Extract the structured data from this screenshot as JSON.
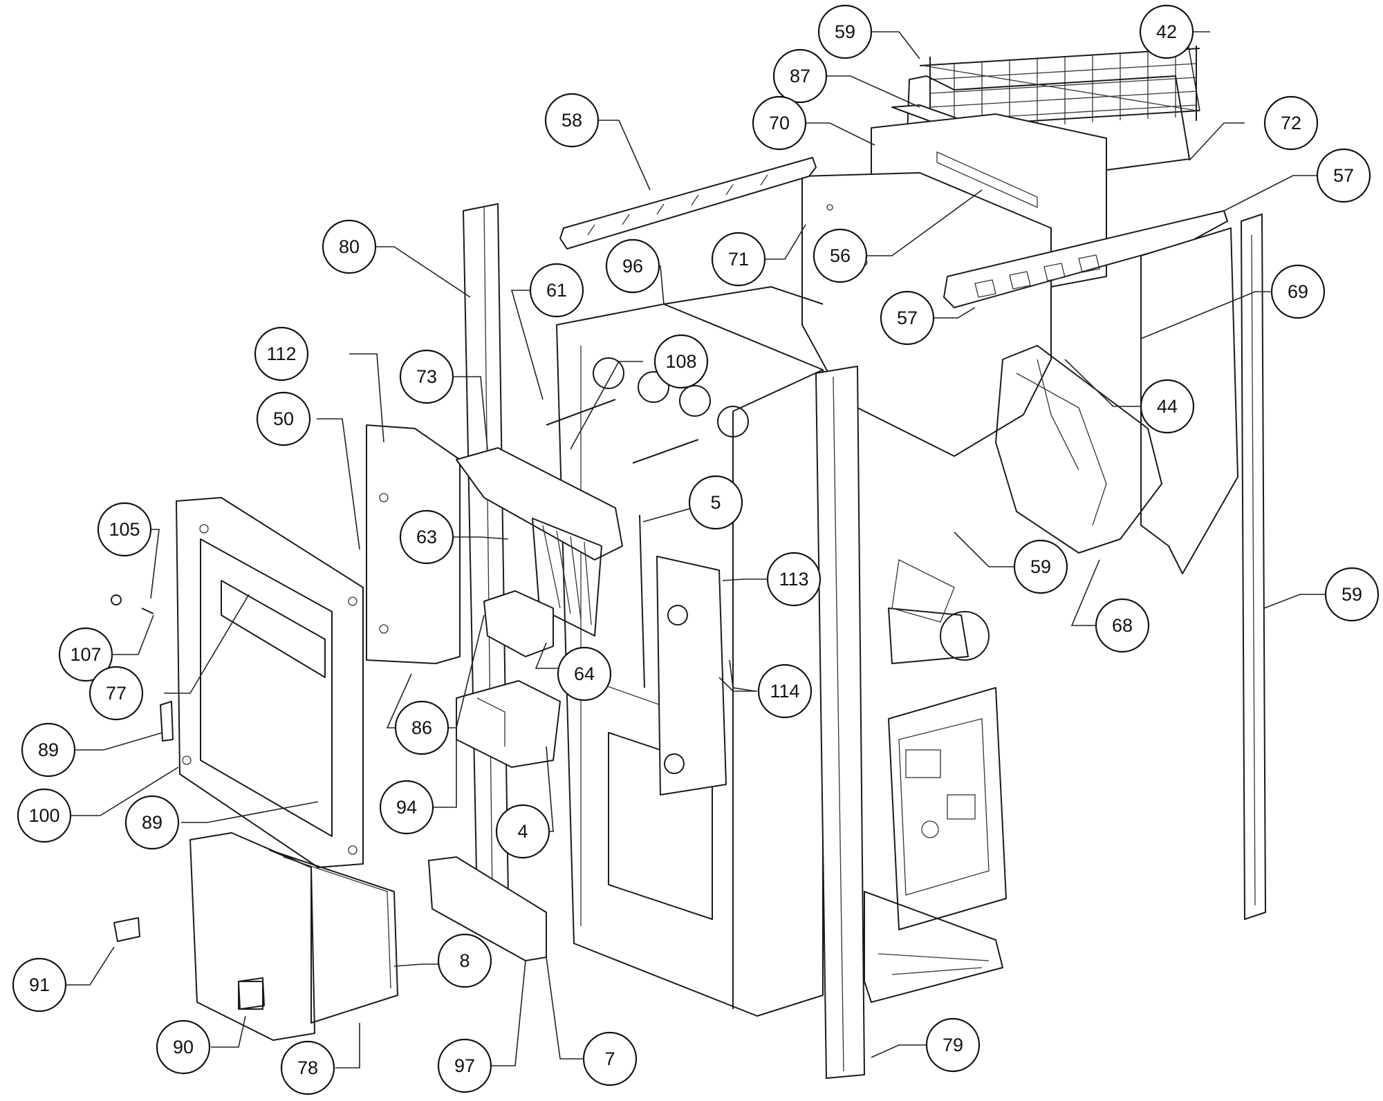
{
  "diagram": {
    "colors": {
      "line": "#1a1a1a",
      "background": "#ffffff"
    },
    "callouts": [
      {
        "id": "c59a",
        "label": "59"
      },
      {
        "id": "c42",
        "label": "42"
      },
      {
        "id": "c87",
        "label": "87"
      },
      {
        "id": "c58",
        "label": "58"
      },
      {
        "id": "c70",
        "label": "70"
      },
      {
        "id": "c72",
        "label": "72"
      },
      {
        "id": "c57a",
        "label": "57"
      },
      {
        "id": "c80",
        "label": "80"
      },
      {
        "id": "c71",
        "label": "71"
      },
      {
        "id": "c56",
        "label": "56"
      },
      {
        "id": "c96",
        "label": "96"
      },
      {
        "id": "c61",
        "label": "61"
      },
      {
        "id": "c69",
        "label": "69"
      },
      {
        "id": "c57b",
        "label": "57"
      },
      {
        "id": "c112",
        "label": "112"
      },
      {
        "id": "c108",
        "label": "108"
      },
      {
        "id": "c73",
        "label": "73"
      },
      {
        "id": "c44",
        "label": "44"
      },
      {
        "id": "c50",
        "label": "50"
      },
      {
        "id": "c5",
        "label": "5"
      },
      {
        "id": "c63",
        "label": "63"
      },
      {
        "id": "c105",
        "label": "105"
      },
      {
        "id": "c59b",
        "label": "59"
      },
      {
        "id": "c113",
        "label": "113"
      },
      {
        "id": "c59c",
        "label": "59"
      },
      {
        "id": "c68",
        "label": "68"
      },
      {
        "id": "c107",
        "label": "107"
      },
      {
        "id": "c64",
        "label": "64"
      },
      {
        "id": "c77",
        "label": "77"
      },
      {
        "id": "c114",
        "label": "114"
      },
      {
        "id": "c86",
        "label": "86"
      },
      {
        "id": "c89a",
        "label": "89"
      },
      {
        "id": "c94",
        "label": "94"
      },
      {
        "id": "c100",
        "label": "100"
      },
      {
        "id": "c89b",
        "label": "89"
      },
      {
        "id": "c4",
        "label": "4"
      },
      {
        "id": "c8",
        "label": "8"
      },
      {
        "id": "c91",
        "label": "91"
      },
      {
        "id": "c79",
        "label": "79"
      },
      {
        "id": "c90",
        "label": "90"
      },
      {
        "id": "c78",
        "label": "78"
      },
      {
        "id": "c97",
        "label": "97"
      },
      {
        "id": "c7",
        "label": "7"
      }
    ]
  }
}
